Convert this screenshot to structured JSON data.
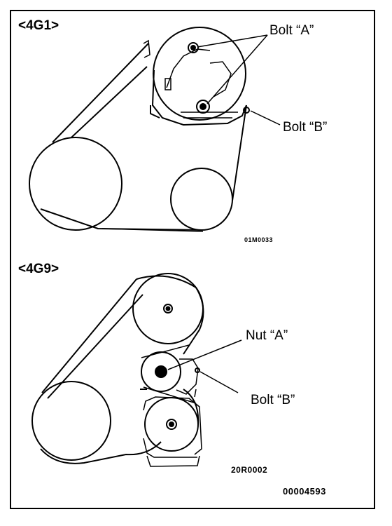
{
  "top_section": {
    "title": "<4G1>",
    "bolt_a_label": "Bolt “A”",
    "bolt_b_label": "Bolt “B”",
    "figure_code": "01M0033"
  },
  "bottom_section": {
    "title": "<4G9>",
    "nut_a_label": "Nut “A”",
    "bolt_b_label": "Bolt “B”",
    "figure_code": "20R0002"
  },
  "document_number": "00004593",
  "colors": {
    "line": "#000000",
    "background": "#ffffff"
  }
}
